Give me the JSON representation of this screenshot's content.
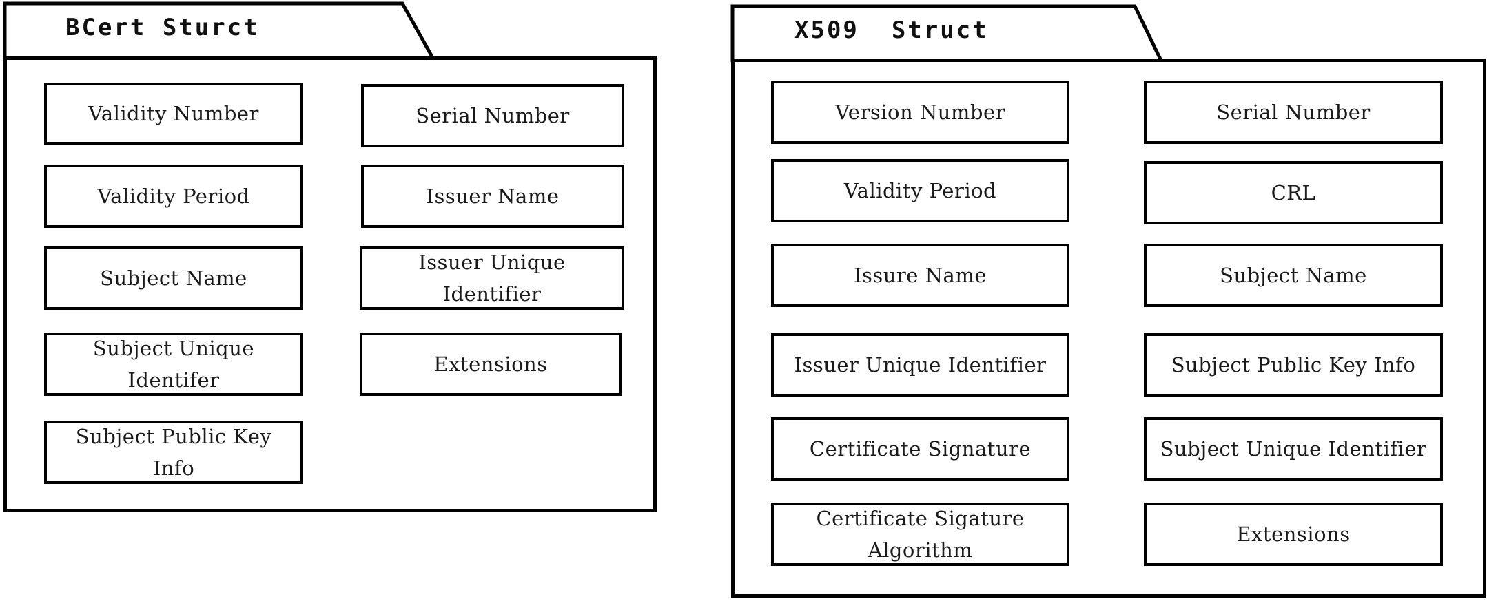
{
  "packages": [
    {
      "title": "BCert Sturct",
      "fields": [
        "Validity Number",
        "Serial Number",
        "Validity Period",
        "Issuer Name",
        "Subject Name",
        "Issuer Unique Identifier",
        "Subject Unique Identifer",
        "Extensions",
        "Subject Public Key Info"
      ]
    },
    {
      "title": "X509  Struct",
      "fields": [
        "Version Number",
        "Serial Number",
        "Validity Period",
        "CRL",
        "Issure Name",
        "Subject Name",
        "Issuer Unique Identifier",
        "Subject Public Key Info",
        "Certificate Signature",
        "Subject Unique Identifier",
        "Certificate Sigature Algorithm",
        "Extensions"
      ]
    }
  ]
}
